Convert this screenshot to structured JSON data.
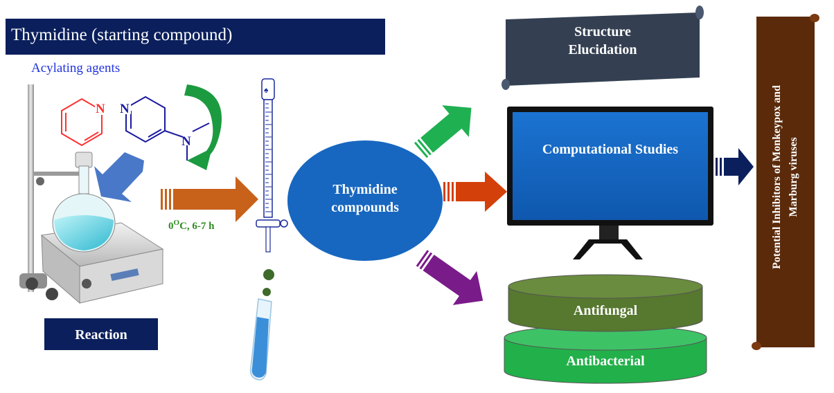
{
  "header": {
    "title": "Thymidine (starting compound)"
  },
  "reagents": {
    "label": "Acylating agents",
    "pyridine_atom": "N",
    "dmap_atom_ring": "N",
    "dmap_atom_amine": "N"
  },
  "conditions": {
    "prefix": "0",
    "superscript": "O",
    "suffix": "C, 6-7 h"
  },
  "reaction": {
    "label": "Reaction"
  },
  "product": {
    "line1": "Thymidine",
    "line2": "compounds"
  },
  "structure": {
    "line1": "Structure",
    "line2": "Elucidation"
  },
  "computational": {
    "label": "Computational Studies"
  },
  "bio": {
    "antifungal": "Antifungal",
    "antibacterial": "Antibacterial"
  },
  "outcome": {
    "line1": "Potential Inhibitors of Monkeypox and",
    "line2": "Marburg viruses"
  },
  "colors": {
    "header_bg": "#0b1f5c",
    "reaction_bg": "#0b1f5c",
    "scroll_bg": "#344052",
    "outcome_bg": "#5a2a0a",
    "ellipse": "#1767c0",
    "screen": "#1565c0",
    "antifungal": "#56782f",
    "antibacterial": "#22b04a",
    "arrow_orange": "#c8611a",
    "arrow_green": "#1fb052",
    "arrow_red": "#d4400a",
    "arrow_purple": "#7a1b8a",
    "arrow_blue": "#4a78c8",
    "arrow_navy": "#0b1f5c",
    "condition_text": "#2e8b20",
    "reagent_text": "#2233dd"
  }
}
